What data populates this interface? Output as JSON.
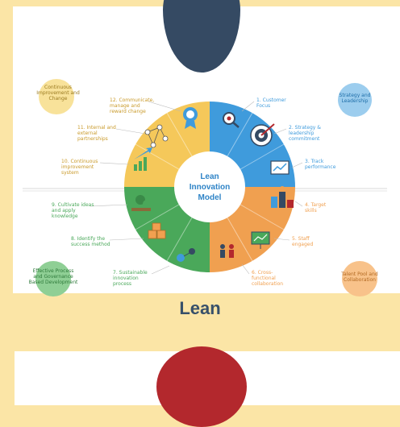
{
  "caption": "Lean",
  "center": {
    "line1": "Lean",
    "line2": "Innovation",
    "line3": "Model"
  },
  "colors": {
    "yellow": "#f5c85a",
    "blue": "#3f9bdc",
    "green": "#4aa85a",
    "orange": "#f0a050",
    "navy": "#354a63",
    "red": "#b3282d"
  },
  "corner_labels": {
    "top_left": [
      "Continuous",
      "Improvement and",
      "Change"
    ],
    "top_right": [
      "Strategy and",
      "Leadership"
    ],
    "bottom_left": [
      "Effective Process",
      "and Governance",
      "Based Development"
    ],
    "bottom_right": [
      "Talent Pool and",
      "Collaboration"
    ]
  },
  "steps": [
    {
      "label": [
        "1. Customer",
        "Focus"
      ]
    },
    {
      "label": [
        "2. Strategy &",
        "leadership",
        "commitment"
      ]
    },
    {
      "label": [
        "3. Track",
        "performance"
      ]
    },
    {
      "label": [
        "4. Target",
        "skills"
      ]
    },
    {
      "label": [
        "5. Staff",
        "engaged"
      ]
    },
    {
      "label": [
        "6. Cross-",
        "functional",
        "collaboration"
      ]
    },
    {
      "label": [
        "7. Sustainable",
        "innovation",
        "process"
      ]
    },
    {
      "label": [
        "8. Identify the",
        "success method"
      ]
    },
    {
      "label": [
        "9. Cultivate ideas",
        "and apply",
        "knowledge"
      ]
    },
    {
      "label": [
        "10. Continuous",
        "improvement",
        "system"
      ]
    },
    {
      "label": [
        "11. Internal and",
        "external",
        "partnerships"
      ]
    },
    {
      "label": [
        "12. Communicate,",
        "manage and",
        "reward change"
      ]
    }
  ]
}
